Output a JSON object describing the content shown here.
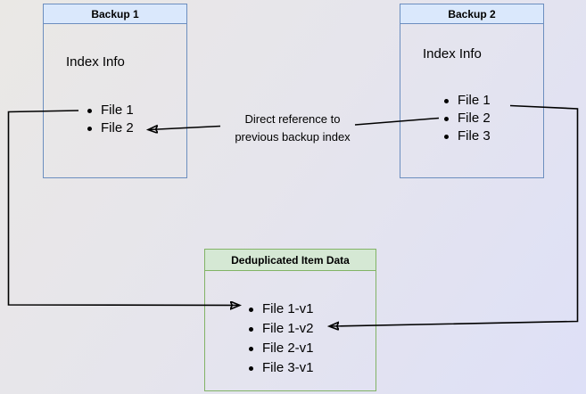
{
  "backup1": {
    "title": "Backup 1",
    "heading": "Index Info",
    "files": [
      "File 1",
      "File 2"
    ]
  },
  "backup2": {
    "title": "Backup 2",
    "heading": "Index Info",
    "files": [
      "File 1",
      "File 2",
      "File 3"
    ]
  },
  "dedup": {
    "title": "Deduplicated Item Data",
    "files": [
      "File 1-v1",
      "File 1-v2",
      "File 2-v1",
      "File 3-v1"
    ]
  },
  "annotation": {
    "line1": "Direct reference to",
    "line2": "previous backup index"
  },
  "colors": {
    "blue_border": "#6c8ebf",
    "blue_fill": "#dae8fc",
    "green_border": "#82b366",
    "green_fill": "#d5e8d4",
    "line_color": "#000000",
    "text_color": "#000000"
  }
}
